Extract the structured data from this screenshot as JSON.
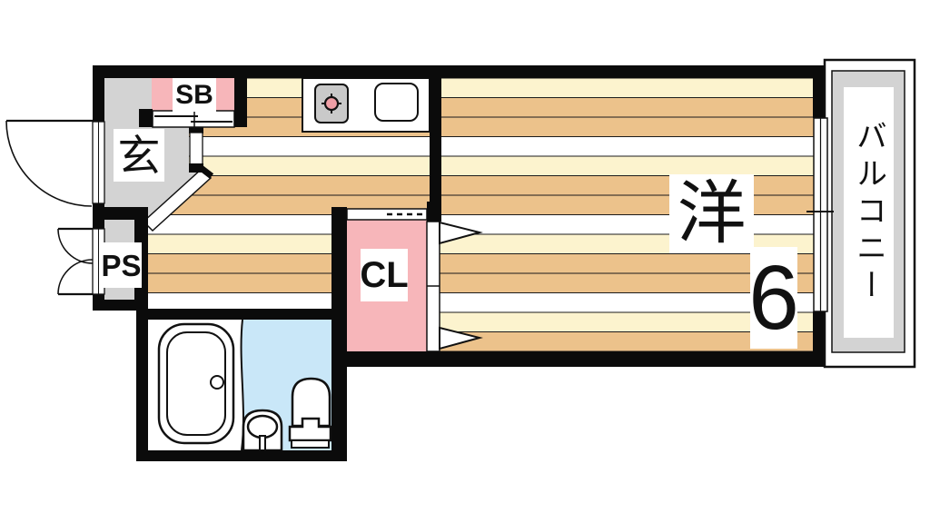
{
  "rooms": {
    "entrance": {
      "label": "玄"
    },
    "shoe_box": {
      "label": "SB"
    },
    "pipe_space": {
      "label": "PS"
    },
    "closet": {
      "label": "CL"
    },
    "western_room": {
      "label": "洋",
      "size": "6"
    },
    "balcony": {
      "label": "バルコニー"
    }
  },
  "colors": {
    "c-wall": "#0b0b0b",
    "c-tan": "#ecc28b",
    "c-cream": "#fcf3ce",
    "c-pink": "#f7b6ba",
    "c-gray": "#d3d3d3",
    "c-blue": "#c9e7f8",
    "c-burner": "#ef9fa6",
    "c-stove": "#c9c9c9",
    "c-line": "#111111"
  }
}
